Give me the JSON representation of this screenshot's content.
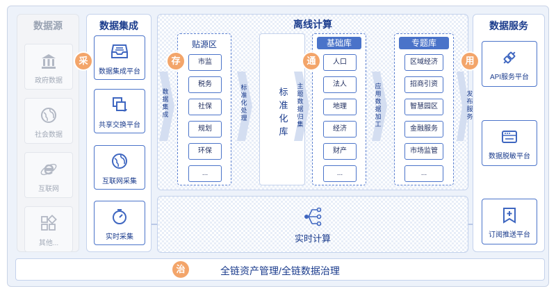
{
  "sources": {
    "title": "数据源",
    "items": [
      {
        "label": "政府数据",
        "icon": "government-icon"
      },
      {
        "label": "社会数据",
        "icon": "globe-icon"
      },
      {
        "label": "互联网",
        "icon": "internet-explorer-icon"
      },
      {
        "label": "其他...",
        "icon": "apps-icon"
      }
    ]
  },
  "integration": {
    "title": "数据集成",
    "items": [
      {
        "label": "数据集成平台",
        "icon": "inbox-icon"
      },
      {
        "label": "共享交换平台",
        "icon": "exchange-icon"
      },
      {
        "label": "互联网采集",
        "icon": "globe-icon"
      },
      {
        "label": "实时采集",
        "icon": "timer-icon"
      }
    ]
  },
  "offline": {
    "title": "离线计算",
    "stick_source": {
      "title": "贴源区",
      "items": [
        "市监",
        "税务",
        "社保",
        "规划",
        "环保",
        "..."
      ]
    },
    "standard_text": "标准化库",
    "base": {
      "title": "基础库",
      "items": [
        "人口",
        "法人",
        "地理",
        "经济",
        "财产",
        "..."
      ]
    },
    "topic": {
      "title": "专题库",
      "items": [
        "区域经济",
        "招商引资",
        "智慧园区",
        "金融服务",
        "市场监管",
        "..."
      ]
    },
    "arrow_labels": {
      "a1": "数据集成",
      "a2": "标准化处理",
      "a3": "主题数据归集",
      "a4": "应用数据加工",
      "a5": "发布服务"
    }
  },
  "realtime": {
    "title": "实时计算"
  },
  "services": {
    "title": "数据服务",
    "items": [
      {
        "label": "API服务平台",
        "icon": "plug-icon"
      },
      {
        "label": "数据脱敏平台",
        "icon": "server-icon"
      },
      {
        "label": "订阅推送平台",
        "icon": "subscribe-icon"
      }
    ]
  },
  "governance": {
    "label": "全链资产管理/全链数据治理"
  },
  "badges": {
    "collect": "采",
    "store": "存",
    "connect": "通",
    "use": "用",
    "govern": "治"
  },
  "colors": {
    "accent": "#4a73c9",
    "badge": "#f3a56a",
    "title": "#1a3b8c"
  }
}
